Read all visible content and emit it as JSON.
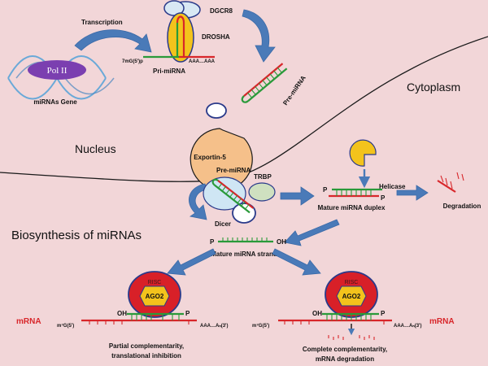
{
  "labels": {
    "pol2": "Pol II",
    "transcription": "Transcription",
    "mirna_gene": "miRNAs  Gene",
    "dgcr8": "DGCR8",
    "drosha": "DROSHA",
    "cap5": "7mG(5')p",
    "polyA": "AAA…AAA",
    "pri_mirna": "Pri-miRNA",
    "pre_mirna_nuc": "Pre-miRNA",
    "exportin": "Exportin-5",
    "nucleus": "Nucleus",
    "cytoplasm": "Cytoplasm",
    "pre_mirna_cyt": "Pre-miRNA",
    "trbp": "TRBP",
    "dicer": "Dicer",
    "helicase": "Helicase",
    "mature_duplex": "Mature miRNA duplex",
    "degradation": "Degradation",
    "biosynthesis": "Biosynthesis of miRNAs",
    "p_label": "P",
    "oh_label": "OH",
    "mature_strand": "Mature miRNA strand",
    "risc": "RISC",
    "ago2": "AGO2",
    "mrna": "mRNA",
    "cap_mrna": "m⁷G(5')",
    "polyA_mrna": "AAA…Aₙ(3')",
    "partial_1": "Partial complementarity,",
    "partial_2": "translational inhibition",
    "complete_1": "Complete complementarity,",
    "complete_2": "mRNA degradation"
  },
  "colors": {
    "background": "#f2d6d8",
    "rna_red": "#d8262a",
    "rna_green": "#2a9a3a",
    "arrow_blue": "#4a7ab8",
    "pol2_purple": "#7b3fb0",
    "drosha_yellow": "#f3c31c",
    "exportin_peach": "#f5c08a",
    "dicer_blue": "#cfe6f4",
    "trbp_green": "#cfe0c0",
    "risc_red": "#d82028",
    "ago2_yellow": "#f3c31c"
  }
}
